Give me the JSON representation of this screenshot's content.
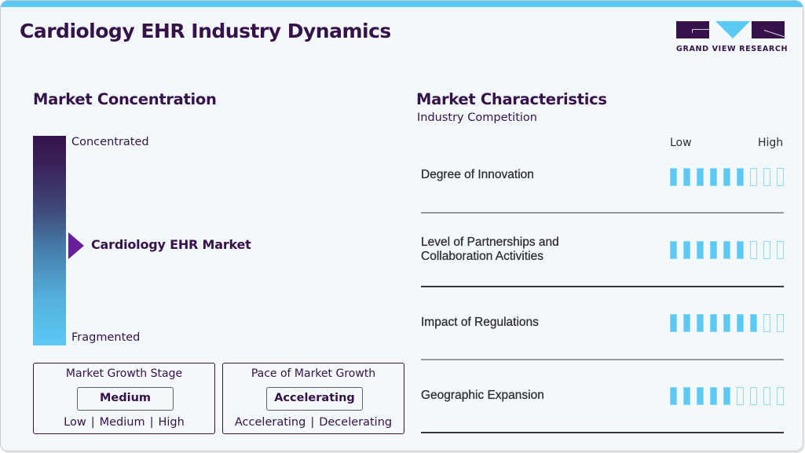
{
  "header": {
    "title": "Cardiology EHR Industry Dynamics",
    "logo_text": "GRAND VIEW RESEARCH",
    "accent_color": "#5bc9f4",
    "brand_color": "#36124a"
  },
  "market_concentration": {
    "title": "Market Concentration",
    "top_label": "Concentrated",
    "bottom_label": "Fragmented",
    "marker_label": "Cardiology EHR Market",
    "marker_color": "#6a1f9a",
    "gradient": [
      "#36124a",
      "#5bc9f4"
    ]
  },
  "market_growth_stage": {
    "title": "Market Growth Stage",
    "value": "Medium",
    "options": [
      "Low",
      "Medium",
      "High"
    ]
  },
  "pace_of_growth": {
    "title": "Pace of Market Growth",
    "value": "Accelerating",
    "options": [
      "Accelerating",
      "Decelerating"
    ]
  },
  "market_characteristics": {
    "title": "Market Characteristics",
    "subtitle": "Industry Competition",
    "scale_low": "Low",
    "scale_high": "High",
    "max_segments": 9,
    "rows": [
      {
        "label": "Degree of Innovation",
        "filled": 6
      },
      {
        "label": "Level of Partnerships and Collaboration Activities",
        "filled": 6
      },
      {
        "label": "Impact of Regulations",
        "filled": 7
      },
      {
        "label": "Geographic Expansion",
        "filled": 5
      }
    ]
  }
}
